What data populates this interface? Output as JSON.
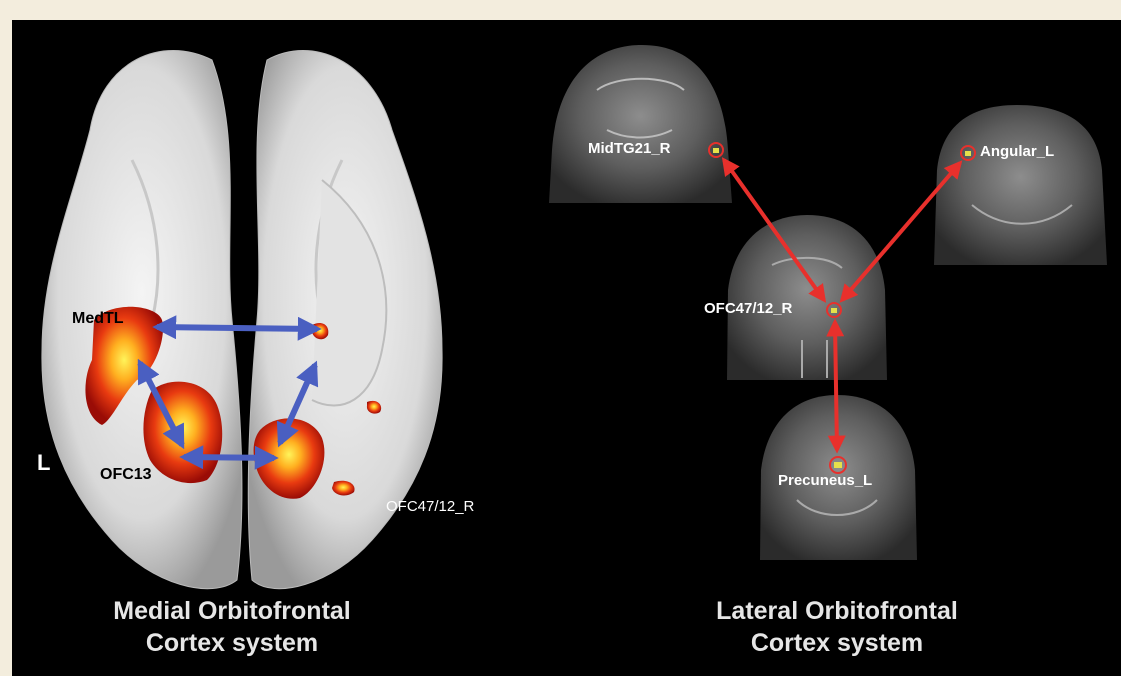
{
  "left_panel": {
    "hemisphere_label": "L",
    "regions": [
      "MedTL",
      "OFC13",
      "OFC47/12_R"
    ],
    "caption_line1": "Medial Orbitofrontal",
    "caption_line2": "Cortex system",
    "arrow_color": "#4a5fc1"
  },
  "right_panel": {
    "regions": [
      "MidTG21_R",
      "Angular_L",
      "OFC47/12_R",
      "Precuneus_L"
    ],
    "caption_line1": "Lateral Orbitofrontal",
    "caption_line2": "Cortex system",
    "arrow_color": "#e8302c"
  }
}
